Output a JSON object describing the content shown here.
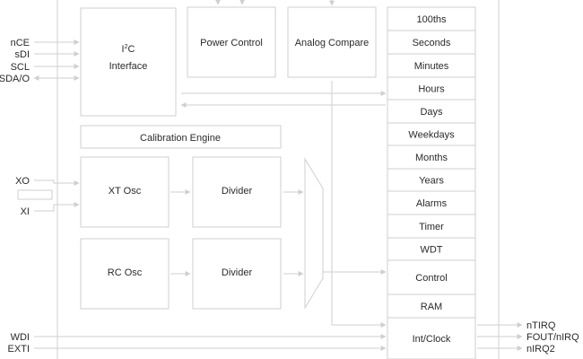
{
  "blocks": {
    "interface_line1": "I",
    "interface_sup": "2",
    "interface_line1_tail": "C",
    "interface_line2": "Interface",
    "power_control": "Power Control",
    "analog_compare": "Analog Compare",
    "calibration_engine": "Calibration Engine",
    "xt_osc": "XT Osc",
    "rc_osc": "RC Osc",
    "divider_top": "Divider",
    "divider_bottom": "Divider"
  },
  "registers": [
    "100ths",
    "Seconds",
    "Minutes",
    "Hours",
    "Days",
    "Weekdays",
    "Months",
    "Years",
    "Alarms",
    "Timer",
    "WDT",
    "Control",
    "RAM",
    "Int/Clock"
  ],
  "pins_left": {
    "nce": "nCE",
    "sdi": "sDI",
    "scl": "SCL",
    "sdao": "SDA/O",
    "xo": "XO",
    "xi": "XI",
    "wdi": "WDI",
    "exti": "EXTI"
  },
  "pins_right": {
    "ntirq": "nTIRQ",
    "fout": "FOUT/nIRQ",
    "nirq2": "nIRQ2"
  }
}
